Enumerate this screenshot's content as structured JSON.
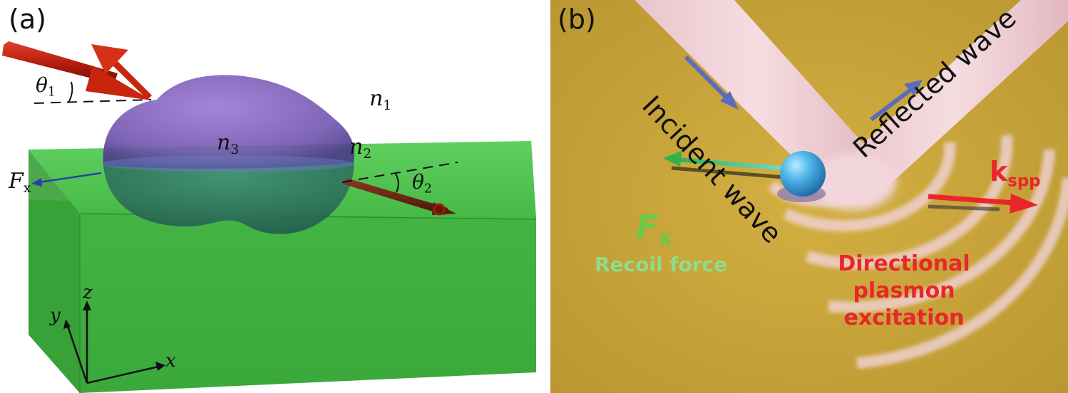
{
  "panel_a": {
    "label": "(a)",
    "theta1": {
      "sym": "θ",
      "sub": "1"
    },
    "theta2": {
      "sym": "θ",
      "sub": "2"
    },
    "n1": {
      "sym": "n",
      "sub": "1"
    },
    "n2": {
      "sym": "n",
      "sub": "2"
    },
    "n3": {
      "sym": "n",
      "sub": "3"
    },
    "force": {
      "sym": "F",
      "sub": "x"
    },
    "axis_x": "x",
    "axis_y": "y",
    "axis_z": "z",
    "colors": {
      "slab": "#3fbf3f",
      "droplet": "#7a5ab5",
      "arrow": "#b81e10",
      "force": "#2a3fa8"
    }
  },
  "panel_b": {
    "label": "(b)",
    "incident": "Incident wave",
    "reflected": "Reflected wave",
    "kspp": {
      "sym": "k",
      "sub": "spp"
    },
    "force": {
      "sym": "F",
      "sub": "x"
    },
    "recoil": "Recoil force",
    "directional": [
      "Directional",
      "plasmon",
      "excitation"
    ],
    "colors": {
      "background": "#c9a63b",
      "beam": "#f1cfd6",
      "particle": "#4fb4e8",
      "force": "#3cb84a",
      "spp": "#e8262b",
      "wave_arrow": "#5a6bc0"
    }
  }
}
